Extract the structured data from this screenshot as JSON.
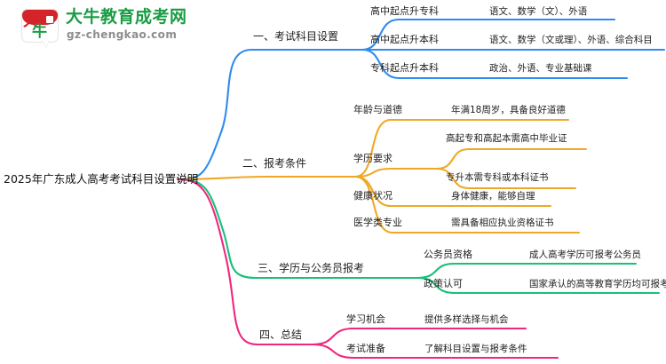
{
  "logo": {
    "mark_char_top": "大",
    "mark_char_bottom": "牛",
    "title": "大牛教育成考网",
    "subtitle": "gz-chengkao.com",
    "colors": {
      "red": "#d5232a",
      "green": "#1a9c45",
      "gray": "#8d8d8d"
    }
  },
  "mindmap": {
    "root": "2025年广东成人高考考试科目设置说明",
    "branch_colors": {
      "branch1": "#2e8bf0",
      "branch2": "#f0a824",
      "branch3": "#18c07a",
      "branch4": "#f0267f"
    },
    "branches": [
      {
        "label": "一、考试科目设置",
        "color": "#2e8bf0",
        "children": [
          {
            "label": "高中起点升专科",
            "detail": "语文、数学（文）、外语"
          },
          {
            "label": "高中起点升本科",
            "detail": "语文、数学（文或理）、外语、综合科目"
          },
          {
            "label": "专科起点升本科",
            "detail": "政治、外语、专业基础课"
          }
        ]
      },
      {
        "label": "二、报考条件",
        "color": "#f0a824",
        "children": [
          {
            "label": "年龄与道德",
            "detail": "年满18周岁，具备良好道德"
          },
          {
            "label": "学历要求",
            "detail": "",
            "subdetails": [
              "高起专和高起本需高中毕业证",
              "专升本需专科或本科证书"
            ]
          },
          {
            "label": "健康状况",
            "detail": "身体健康，能够自理"
          },
          {
            "label": "医学类专业",
            "detail": "需具备相应执业资格证书"
          }
        ]
      },
      {
        "label": "三、学历与公务员报考",
        "color": "#18c07a",
        "children": [
          {
            "label": "公务员资格",
            "detail": "成人高考学历可报考公务员"
          },
          {
            "label": "政策认可",
            "detail": "国家承认的高等教育学历均可报考"
          }
        ]
      },
      {
        "label": "四、总结",
        "color": "#f0267f",
        "children": [
          {
            "label": "学习机会",
            "detail": "提供多样选择与机会"
          },
          {
            "label": "考试准备",
            "detail": "了解科目设置与报考条件"
          }
        ]
      }
    ]
  }
}
